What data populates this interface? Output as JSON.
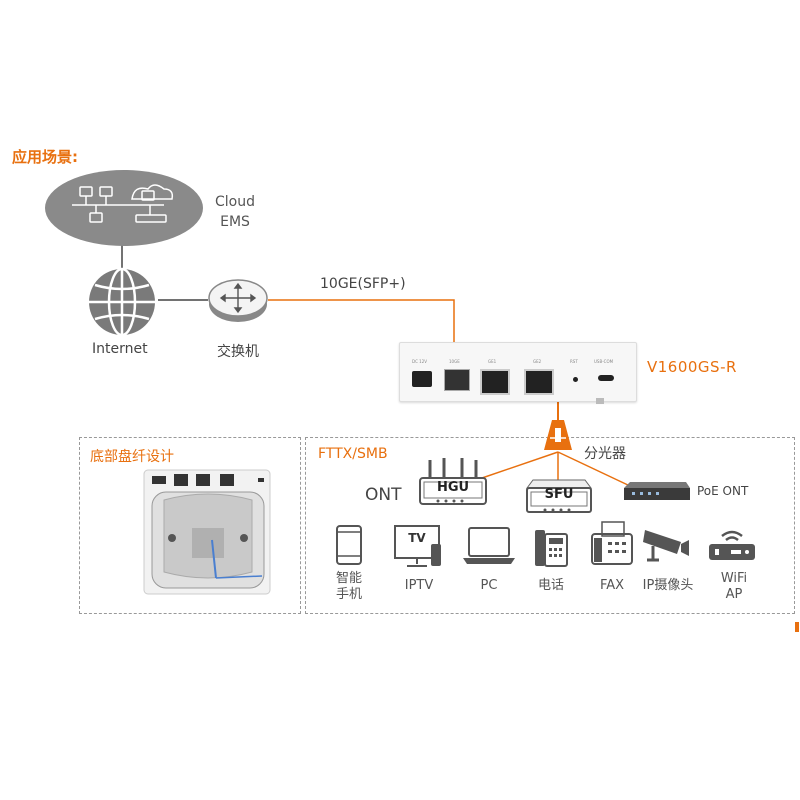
{
  "page_title": "应用场景:",
  "cloud": {
    "line1": "Cloud",
    "line2": "EMS"
  },
  "internet_label": "Internet",
  "switch_label": "交换机",
  "link_label": "10GE(SFP+)",
  "olt": {
    "model": "V1600GS-R",
    "ports": [
      "DC 12V",
      "10GE",
      "GE1",
      "GE2",
      "RST",
      "USB-COM"
    ]
  },
  "bottom_panel": {
    "title": "底部盘纤设计"
  },
  "fttx_panel": {
    "title": "FTTX/SMB"
  },
  "splitter_label": "分光器",
  "ont_label": "ONT",
  "hgu_label": "HGU",
  "sfu_label": "SFU",
  "poe_ont_label": "PoE ONT",
  "tv_icon_text": "TV",
  "devices": [
    {
      "line1": "智能",
      "line2": "手机"
    },
    {
      "line1": "IPTV",
      "line2": ""
    },
    {
      "line1": "PC",
      "line2": ""
    },
    {
      "line1": "电话",
      "line2": ""
    },
    {
      "line1": "FAX",
      "line2": ""
    },
    {
      "line1": "IP摄像头",
      "line2": ""
    },
    {
      "line1": "WiFi",
      "line2": "AP"
    }
  ],
  "colors": {
    "accent": "#e8700f",
    "cloud": "#8a8a8a",
    "line": "#444444"
  }
}
